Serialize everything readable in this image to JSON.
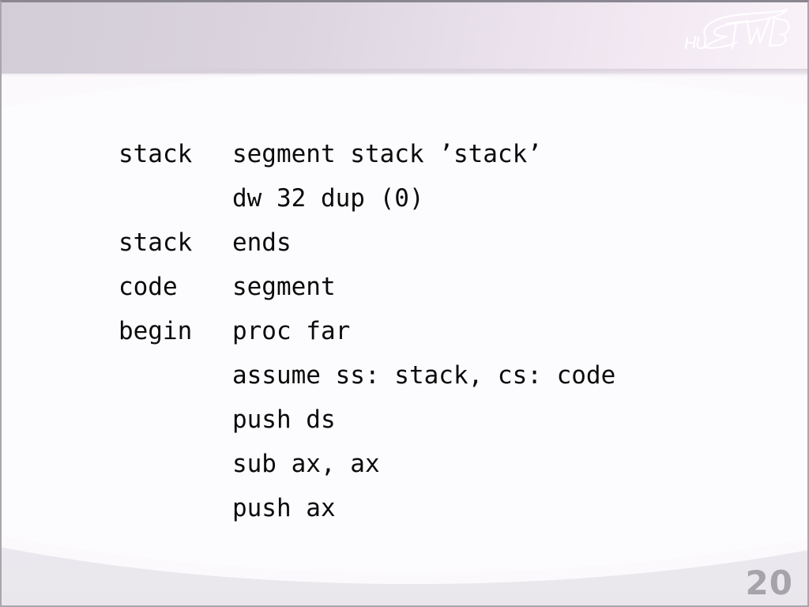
{
  "slide": {
    "page_number": "20",
    "logo_text": "HUSTWB",
    "background_color": "#fbf9fb",
    "header_gradient_start": "#d3cdd8",
    "header_gradient_end": "#f8f2f8",
    "text_color": "#0b0b0b",
    "page_number_color": "#a6a4ab"
  },
  "code": {
    "lines": [
      {
        "label": "stack",
        "text": "segment stack ’stack’"
      },
      {
        "label": "",
        "text": "dw 32 dup (0)"
      },
      {
        "label": "stack",
        "text": "ends"
      },
      {
        "label": "code",
        "text": "segment"
      },
      {
        "label": "begin",
        "text": "proc far"
      },
      {
        "label": "",
        "text": "assume ss: stack, cs: code"
      },
      {
        "label": "",
        "text": "push ds"
      },
      {
        "label": "",
        "text": "sub ax, ax"
      },
      {
        "label": "",
        "text": "push ax"
      }
    ]
  }
}
